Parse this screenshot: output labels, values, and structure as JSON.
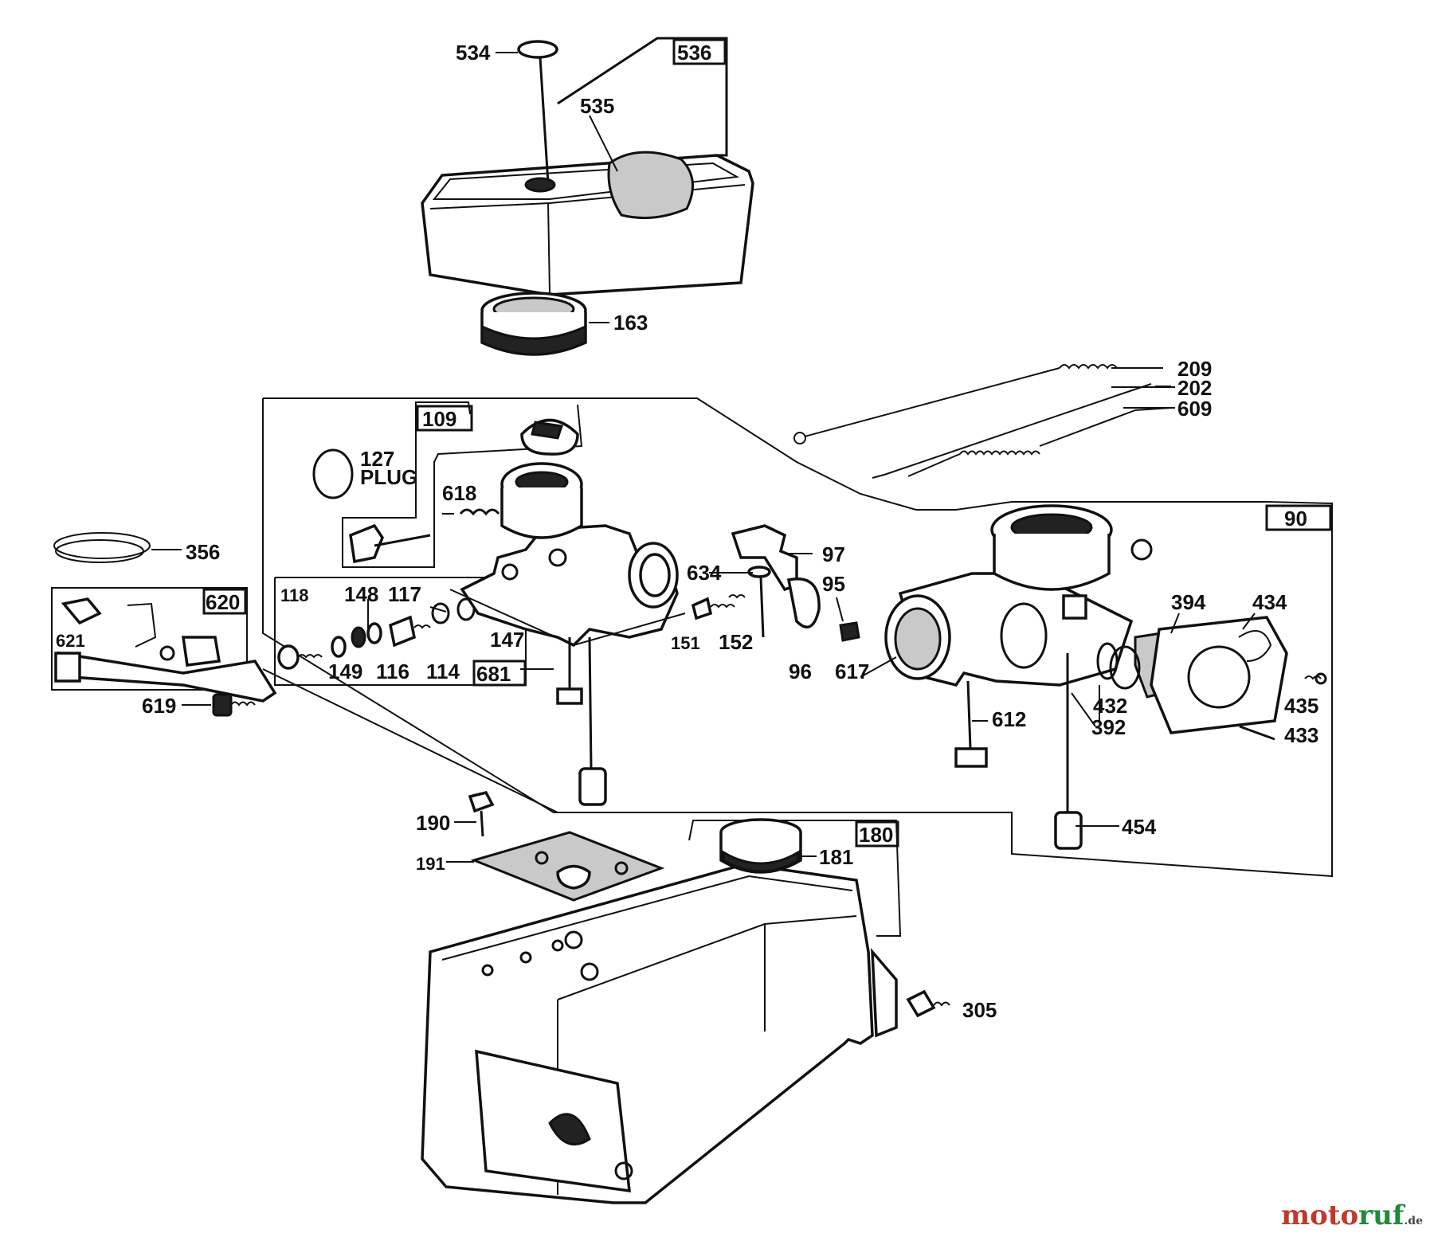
{
  "diagram": {
    "boxes": {
      "air_cleaner_assembly": "536",
      "choke_assembly": "109",
      "governor_assembly": "620",
      "needle_valve_kit": "681",
      "carburetor_assembly": "90",
      "fuel_tank_assembly": "180"
    },
    "callouts": {
      "p534": "534",
      "p535": "535",
      "p163": "163",
      "p209": "209",
      "p202": "202",
      "p609": "609",
      "p127": "127",
      "plug": "PLUG",
      "p618": "618",
      "p356": "356",
      "p97": "97",
      "p95": "95",
      "p634": "634",
      "p621": "621",
      "p118": "118",
      "p148": "148",
      "p117": "117",
      "p147": "147",
      "p149": "149",
      "p116": "116",
      "p114": "114",
      "p151": "151",
      "p152": "152",
      "p96": "96",
      "p617": "617",
      "p394": "394",
      "p434": "434",
      "p432": "432",
      "p392": "392",
      "p435": "435",
      "p433": "433",
      "p612": "612",
      "p619": "619",
      "p454": "454",
      "p190": "190",
      "p191": "191",
      "p181": "181",
      "p305": "305"
    }
  },
  "watermark": {
    "part1": "moto",
    "part2": "ruf",
    "suffix": ".de"
  }
}
